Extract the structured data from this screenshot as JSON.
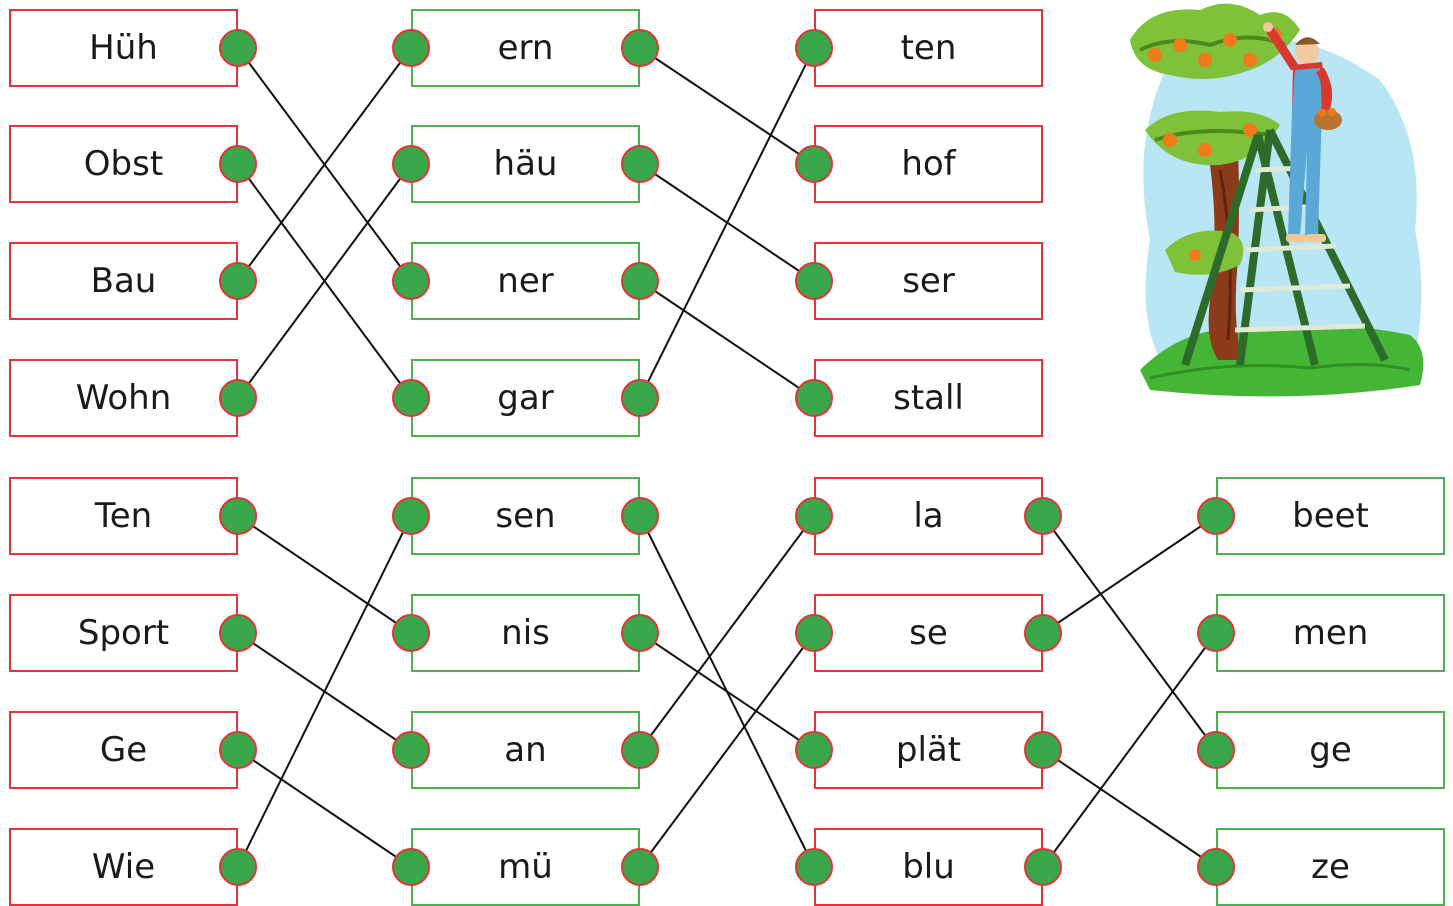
{
  "colors": {
    "red_box_border": "#e3343a",
    "green_box_border": "#4caf50",
    "connector_fill": "#3aa64a",
    "connector_border": "#e3343a",
    "line": "#111111"
  },
  "illustration": {
    "subject": "person on ladder picking fruit from a tree"
  },
  "top_group": {
    "column_1": [
      "Hüh",
      "Obst",
      "Bau",
      "Wohn"
    ],
    "column_2": [
      "ern",
      "häu",
      "ner",
      "gar"
    ],
    "column_3": [
      "ten",
      "hof",
      "ser",
      "stall"
    ]
  },
  "bottom_group": {
    "column_1": [
      "Ten",
      "Sport",
      "Ge",
      "Wie"
    ],
    "column_2": [
      "sen",
      "nis",
      "an",
      "mü"
    ],
    "column_3": [
      "la",
      "se",
      "plät",
      "blu"
    ],
    "column_4": [
      "beet",
      "men",
      "ge",
      "ze"
    ]
  },
  "connections": [
    {
      "from": "Hüh",
      "to": "ner"
    },
    {
      "from": "Obst",
      "to": "gar"
    },
    {
      "from": "Bau",
      "to": "ern"
    },
    {
      "from": "Wohn",
      "to": "häu"
    },
    {
      "from": "ern",
      "to": "hof"
    },
    {
      "from": "häu",
      "to": "ser"
    },
    {
      "from": "ner",
      "to": "stall"
    },
    {
      "from": "gar",
      "to": "ten"
    },
    {
      "from": "Ten",
      "to": "nis"
    },
    {
      "from": "Sport",
      "to": "an"
    },
    {
      "from": "Ge",
      "to": "mü"
    },
    {
      "from": "Wie",
      "to": "sen"
    },
    {
      "from": "sen",
      "to": "blu"
    },
    {
      "from": "nis",
      "to": "plät"
    },
    {
      "from": "an",
      "to": "la"
    },
    {
      "from": "mü",
      "to": "se"
    },
    {
      "from": "la",
      "to": "ge"
    },
    {
      "from": "se",
      "to": "beet"
    },
    {
      "from": "plät",
      "to": "ze"
    },
    {
      "from": "blu",
      "to": "men"
    }
  ]
}
